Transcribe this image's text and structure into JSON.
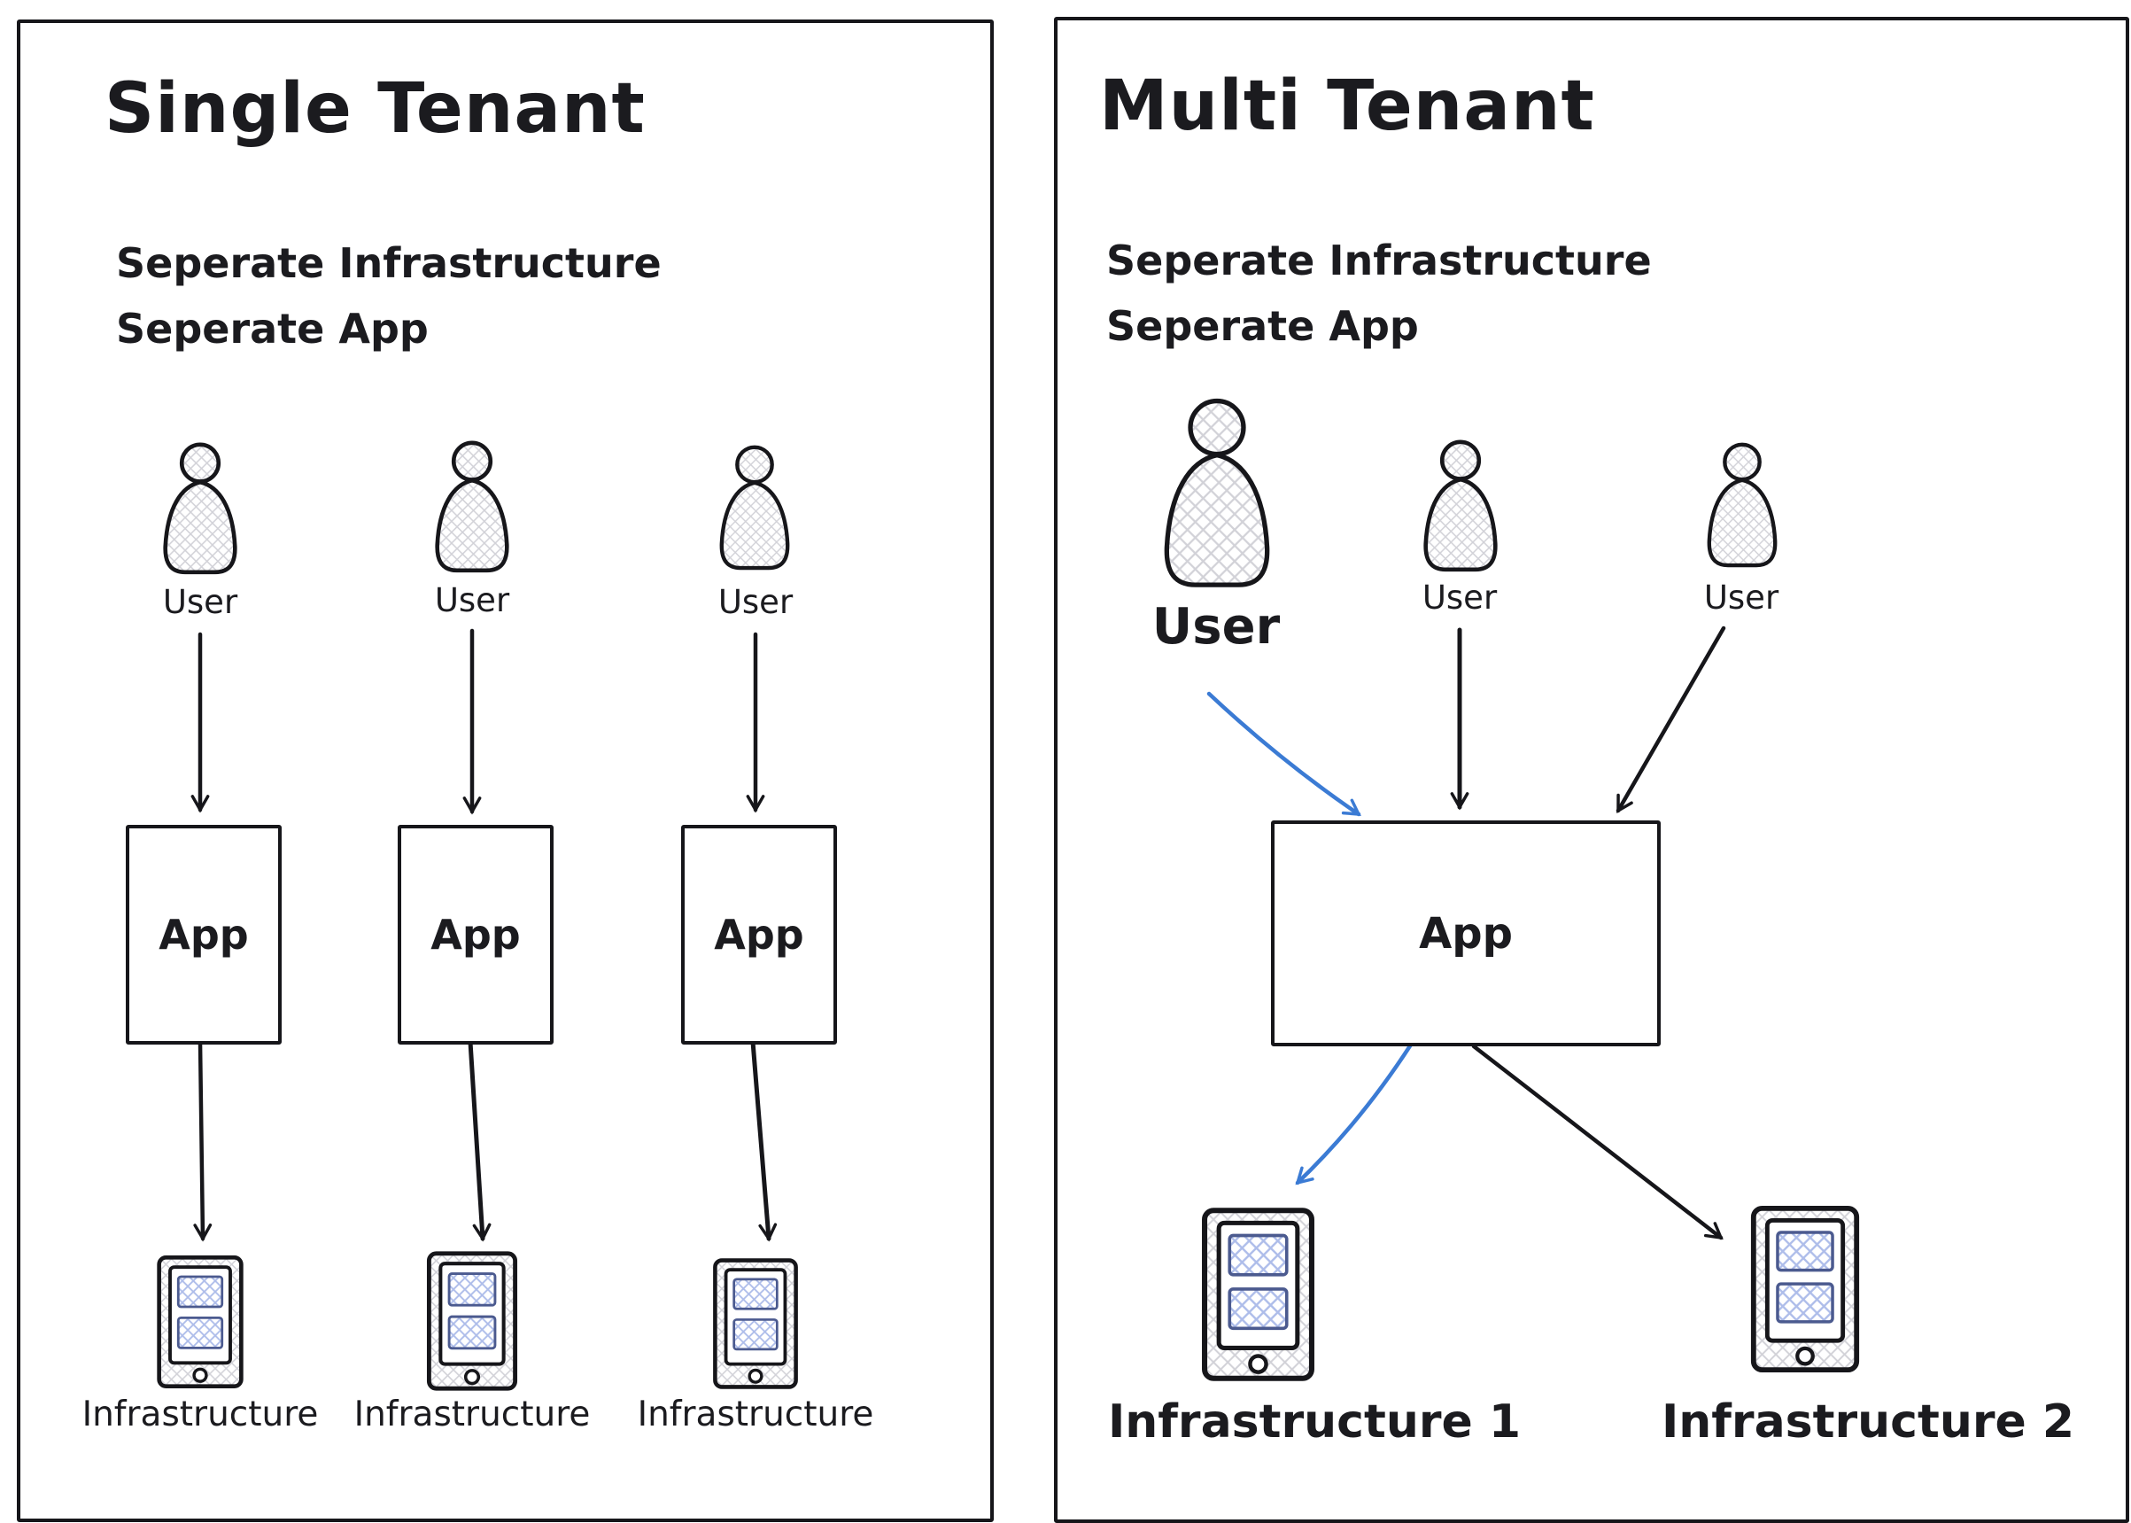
{
  "colors": {
    "ink": "#16161a",
    "arrow_blue": "#3b7bd4",
    "hatch_gray": "#d2d2d8",
    "hatch_blue": "#aebdea"
  },
  "left_panel": {
    "title": "Single Tenant",
    "subtitle_line1": "Seperate Infrastructure",
    "subtitle_line2": "Seperate App",
    "columns": [
      {
        "user_label": "User",
        "app_label": "App",
        "infrastructure_label": "Infrastructure"
      },
      {
        "user_label": "User",
        "app_label": "App",
        "infrastructure_label": "Infrastructure"
      },
      {
        "user_label": "User",
        "app_label": "App",
        "infrastructure_label": "Infrastructure"
      }
    ]
  },
  "right_panel": {
    "title": "Multi Tenant",
    "subtitle_line1": "Seperate Infrastructure",
    "subtitle_line2": "Seperate App",
    "users": [
      {
        "label": "User"
      },
      {
        "label": "User"
      },
      {
        "label": "User"
      }
    ],
    "app_label": "App",
    "infrastructures": [
      {
        "label": "Infrastructure 1"
      },
      {
        "label": "Infrastructure 2"
      }
    ]
  }
}
